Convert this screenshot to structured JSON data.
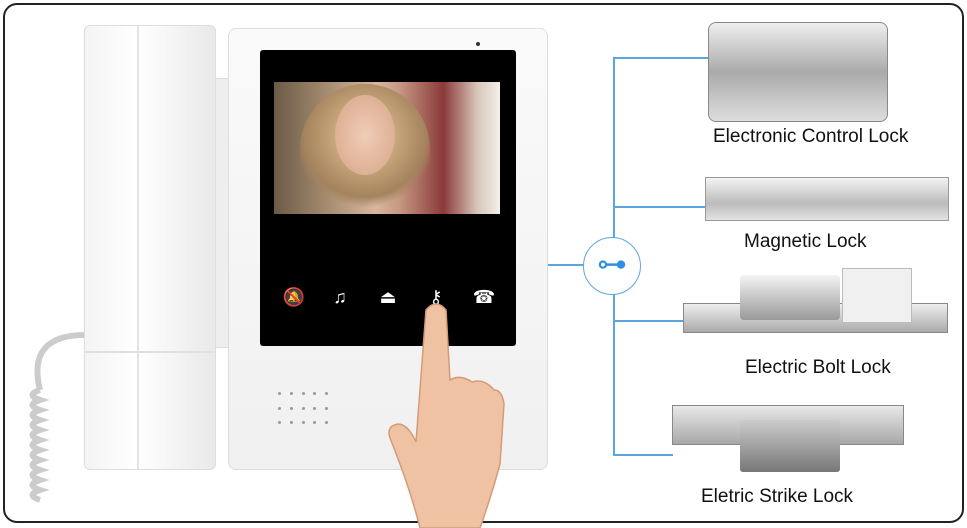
{
  "colors": {
    "connector_line": "#5aa7e0",
    "key_icon": "#2f8fe0"
  },
  "monitor": {
    "buttons": [
      {
        "icon": "bell-off-icon",
        "glyph": "🔕"
      },
      {
        "icon": "music-note-icon",
        "glyph": "♫"
      },
      {
        "icon": "monitor-person-icon",
        "glyph": "⏏"
      },
      {
        "icon": "unlock-key-icon",
        "glyph": "⚷"
      },
      {
        "icon": "phone-icon",
        "glyph": "☎"
      }
    ]
  },
  "hub": {
    "icon": "key-icon",
    "glyph": "⊶"
  },
  "locks": [
    {
      "label": "Electronic Control Lock"
    },
    {
      "label": "Magnetic Lock"
    },
    {
      "label": "Electric Bolt Lock"
    },
    {
      "label": "Eletric Strike Lock"
    }
  ]
}
